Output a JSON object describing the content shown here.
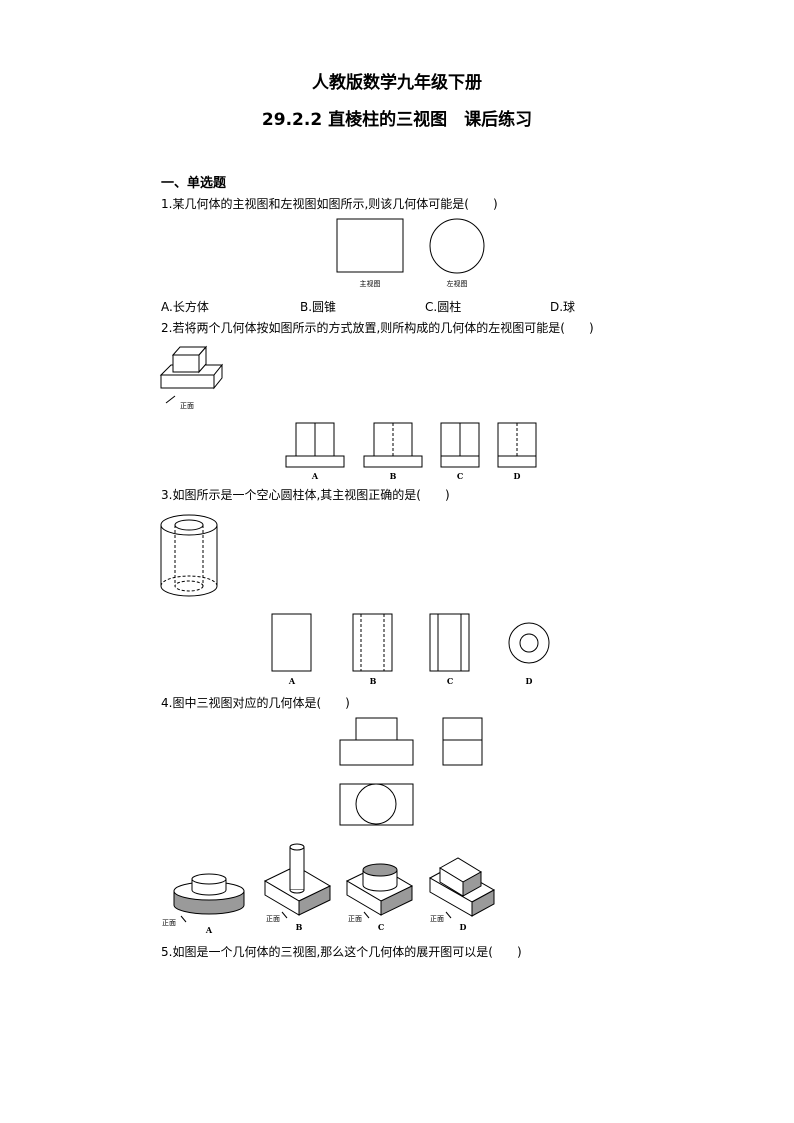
{
  "header": {
    "title": "人教版数学九年级下册",
    "subtitle": "29.2.2 直棱柱的三视图　课后练习"
  },
  "section": {
    "label": "一、单选题"
  },
  "questions": [
    {
      "text": "1.某几何体的主视图和左视图如图所示,则该几何体可能是(　　)",
      "captions": [
        "主视图",
        "左视图"
      ],
      "options": [
        "A.长方体",
        "B.圆锥",
        "C.圆柱",
        "D.球"
      ]
    },
    {
      "text": "2.若将两个几何体按如图所示的方式放置,则所构成的几何体的左视图可能是(　　)",
      "front_label": "正面",
      "options": [
        "A",
        "B",
        "C",
        "D"
      ]
    },
    {
      "text": "3.如图所示是一个空心圆柱体,其主视图正确的是(　　)",
      "options": [
        "A",
        "B",
        "C",
        "D"
      ]
    },
    {
      "text": "4.图中三视图对应的几何体是(　　)",
      "front_label": "正面",
      "options": [
        "A",
        "B",
        "C",
        "D"
      ]
    },
    {
      "text": "5.如图是一个几何体的三视图,那么这个几何体的展开图可以是(　　)"
    }
  ]
}
